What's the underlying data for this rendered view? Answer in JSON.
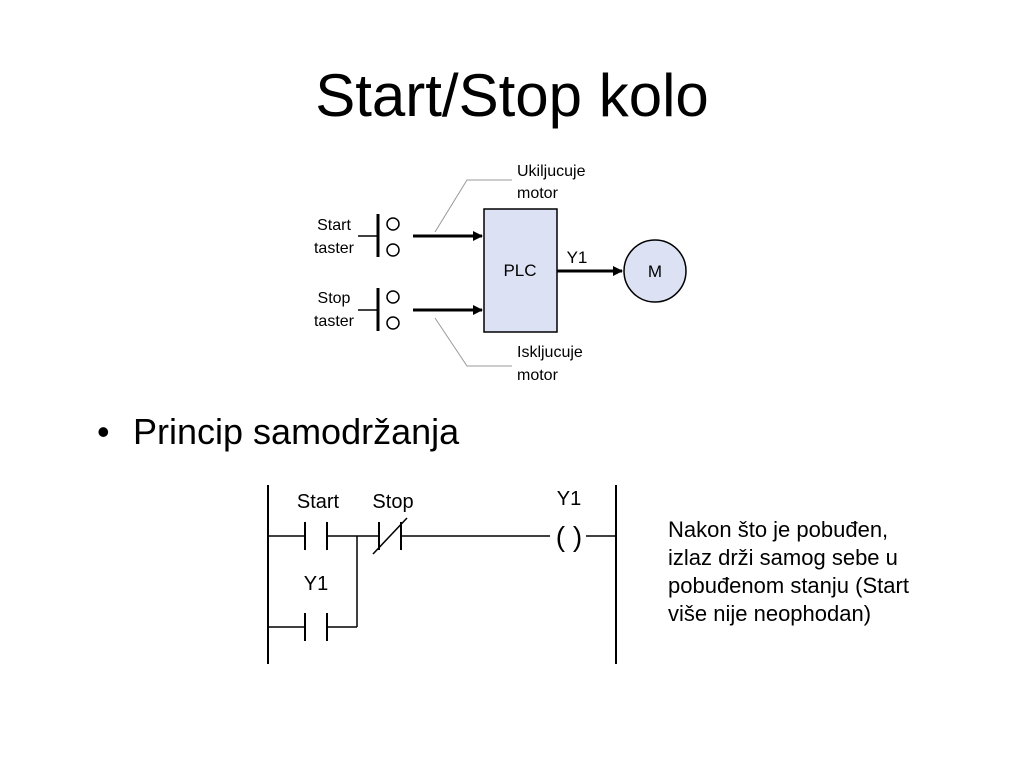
{
  "title": "Start/Stop kolo",
  "diagram": {
    "start_label": [
      "Start",
      "taster"
    ],
    "stop_label": [
      "Stop",
      "taster"
    ],
    "plc_label": "PLC",
    "output_label": "Y1",
    "motor_label": "M",
    "callout_top": [
      "Ukiljucuje",
      "motor"
    ],
    "callout_bottom": [
      "Iskljucuje",
      "motor"
    ]
  },
  "bullet": {
    "symbol": "•",
    "text": "Princip samodržanja"
  },
  "ladder": {
    "start_label": "Start",
    "stop_label": "Stop",
    "holding_label": "Y1",
    "coil_label": "Y1",
    "coil_symbol": "( )"
  },
  "note": [
    "Nakon što je pobuđen,",
    "izlaz drži samog sebe u",
    "pobuđenom stanju (Start",
    "više nije neophodan)"
  ]
}
